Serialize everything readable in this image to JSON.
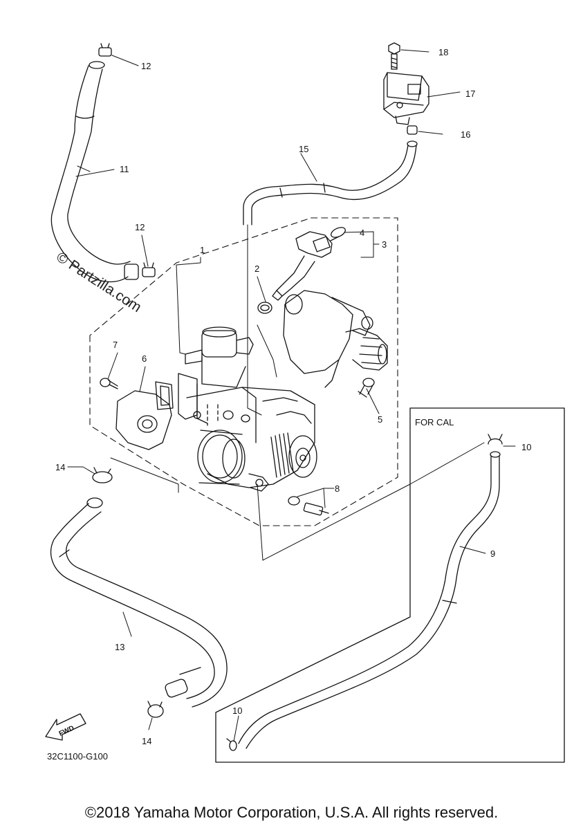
{
  "callouts": {
    "c1": "1",
    "c2": "2",
    "c3": "3",
    "c4": "4",
    "c5": "5",
    "c6": "6",
    "c7": "7",
    "c8": "8",
    "c9": "9",
    "c10a": "10",
    "c10b": "10",
    "c11": "11",
    "c12a": "12",
    "c12b": "12",
    "c13": "13",
    "c14a": "14",
    "c14b": "14",
    "c15": "15",
    "c16": "16",
    "c17": "17",
    "c18": "18"
  },
  "inset_label": "FOR CAL",
  "fwd_label": "FWD",
  "diagram_code": "32C1100-G100",
  "watermark": "© Partzilla.com",
  "footer": "©2018 Yamaha Motor Corporation, U.S.A. All rights reserved."
}
